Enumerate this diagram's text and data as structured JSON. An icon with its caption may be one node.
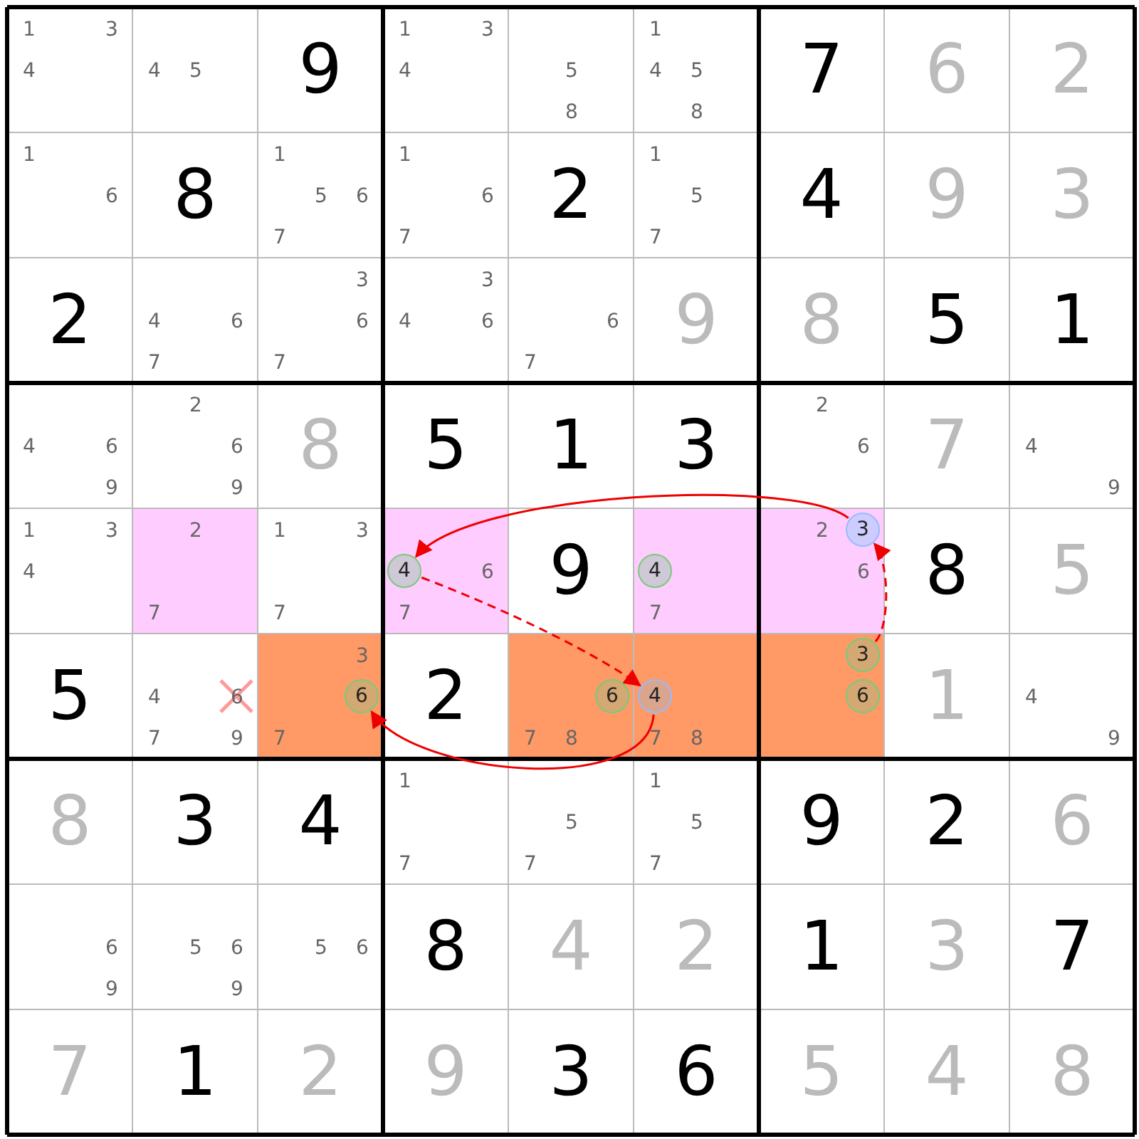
{
  "diagram": {
    "nodes": [
      {
        "text": [
          "4"
        ]
      },
      {
        "text": [
          "4"
        ]
      },
      {
        "text": [
          "3"
        ]
      },
      {
        "text": [
          "6"
        ]
      },
      {
        "text": [
          "6"
        ]
      },
      {
        "text": [
          "4"
        ]
      },
      {
        "text": [
          "3"
        ]
      },
      {
        "text": [
          "6"
        ]
      }
    ],
    "edges": [
      {
        "from": 2,
        "to": 0,
        "arrow": "to"
      },
      {
        "from": 0,
        "to": 5,
        "arrow": "to",
        "style": "dashed"
      },
      {
        "from": 5,
        "to": 3,
        "arrow": "to"
      },
      {
        "from": 6,
        "to": 2,
        "arrow": "to",
        "style": "dashed"
      }
    ],
    "labels": [
      "1 3 4",
      "4 5",
      "9",
      "1 3 4",
      "5 8",
      "1 4 5 8",
      "7",
      "6",
      "2",
      "1 6",
      "8",
      "1 5 6 7",
      "1 6 7",
      "2",
      "1 5 7",
      "4",
      "9",
      "3",
      "2",
      "4 6 7",
      "3 6 7",
      "3 4 6",
      "6 7",
      "9",
      "8",
      "5",
      "1",
      "4 6 9",
      "2 6 9",
      "8",
      "5",
      "1",
      "3",
      "2 6",
      "7",
      "4 9",
      "1 3 4",
      "2 7",
      "1 3 7",
      "6 7",
      "9",
      "7",
      "2 6",
      "8",
      "5",
      "5",
      "4 6 7 9",
      "3 7",
      "2",
      "7 8",
      "7 8",
      "1",
      "4 9",
      "8",
      "3",
      "4",
      "1 7",
      "5 7",
      "1 5 7",
      "9",
      "2",
      "6",
      "6 9",
      "5 6 9",
      "5 6",
      "8",
      "4",
      "2",
      "1",
      "3",
      "7",
      "7",
      "1",
      "2",
      "9",
      "3",
      "6",
      "5",
      "4",
      "8"
    ]
  }
}
